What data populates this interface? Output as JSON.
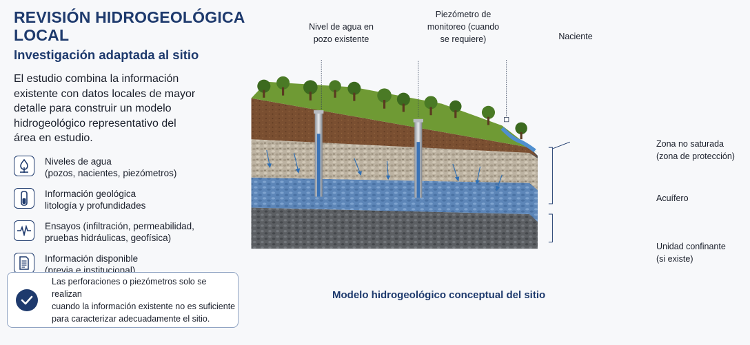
{
  "header": {
    "title": "REVISIÓN HIDROGEOLÓGICA LOCAL",
    "subtitle": "Investigación adaptada al sitio"
  },
  "intro": {
    "line1": "El estudio combina la información",
    "line2": "existente con datos locales de mayor",
    "line3": "detalle para construir un modelo",
    "line4": "hidrogeológico representativo del",
    "line5": "área en estudio."
  },
  "features": [
    {
      "icon": "water-level-icon",
      "line1": "Niveles de agua",
      "line2": "(pozos, nacientes, piezómetros)"
    },
    {
      "icon": "geology-core-icon",
      "line1": "Información geológica",
      "line2": "litología y profundidades"
    },
    {
      "icon": "test-signal-icon",
      "line1": "Ensayos (infiltración, permeabilidad,",
      "line2": "pruebas hidráulicas, geofísica)"
    },
    {
      "icon": "document-icon",
      "line1": "Información disponible",
      "line2": "(previa e institucional)"
    }
  ],
  "note": {
    "line1": "Las perforaciones o piezómetros solo se realizan",
    "line2": "cuando la información existente no es suficiente",
    "line3": "para caracterizar adecuadamente el sitio."
  },
  "diagram": {
    "caption": "Modelo hidrogeológico conceptual del sitio",
    "top_labels": {
      "well": {
        "line1": "Nivel de agua en",
        "line2": "pozo existente"
      },
      "piezometer": {
        "line1": "Piezómetro de",
        "line2": "monitoreo (cuando",
        "line3": "se requiere)"
      },
      "spring": {
        "line1": "Naciente"
      }
    },
    "side_labels": {
      "unsaturated": {
        "line1": "Zona no saturada",
        "line2": "(zona de protección)"
      },
      "aquifer": {
        "line1": "Acuífero"
      },
      "confining": {
        "line1": "Unidad confinante",
        "line2": "(si existe)"
      }
    }
  },
  "colors": {
    "primary": "#1e3a6d",
    "water": "#3a72b5",
    "soil": "#7a4a2a",
    "grass": "#6f9a34"
  }
}
